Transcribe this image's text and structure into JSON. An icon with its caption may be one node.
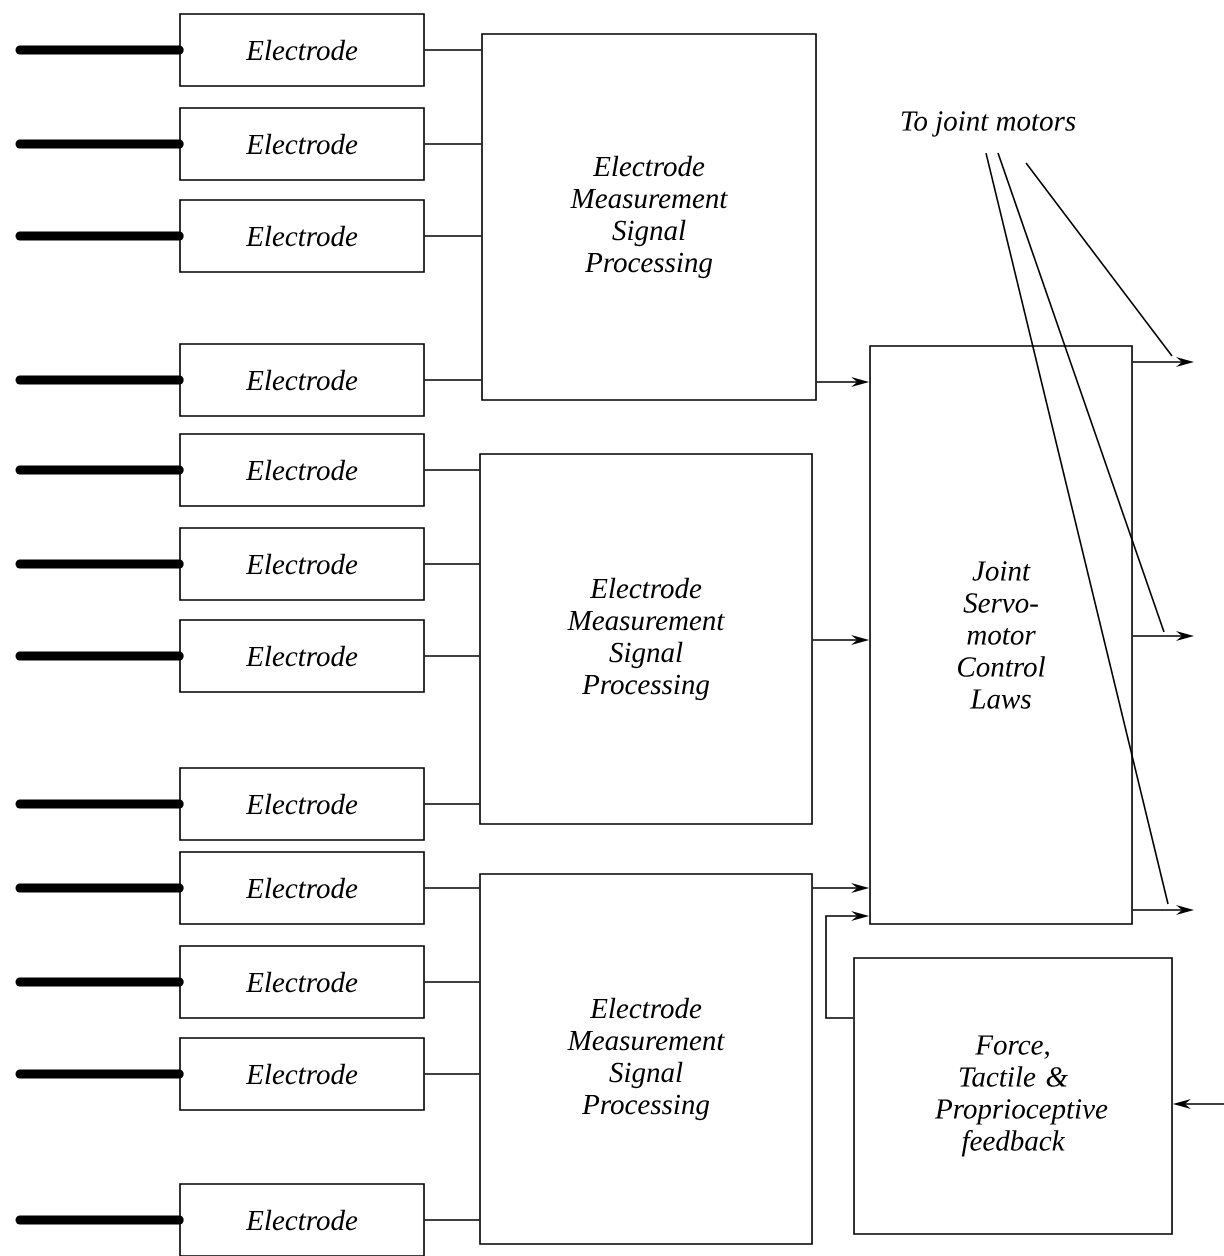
{
  "diagram": {
    "nodes": [
      {
        "text": [
          "Electrode"
        ]
      },
      {
        "text": [
          "Electrode"
        ]
      },
      {
        "text": [
          "Electrode"
        ]
      },
      {
        "text": [
          "Electrode"
        ]
      },
      {
        "text": [
          "Electrode Measurement Signal Processing"
        ]
      },
      {
        "text": [
          "Electrode"
        ]
      },
      {
        "text": [
          "Electrode"
        ]
      },
      {
        "text": [
          "Electrode"
        ]
      },
      {
        "text": [
          "Electrode"
        ]
      },
      {
        "text": [
          "Electrode Measurement Signal Processing"
        ]
      },
      {
        "text": [
          "Electrode"
        ]
      },
      {
        "text": [
          "Electrode"
        ]
      },
      {
        "text": [
          "Electrode"
        ]
      },
      {
        "text": [
          "Electrode"
        ]
      },
      {
        "text": [
          "Electrode Measurement Signal Processing"
        ]
      },
      {
        "text": [
          "To joint motors"
        ]
      },
      {
        "text": [
          "Joint Servo- motor Control Laws"
        ]
      },
      {
        "text": [
          "Force, Tactile & Proprioceptive feedback"
        ]
      }
    ],
    "edges": [
      {
        "from": null,
        "to": 0,
        "arrow": "none",
        "style": "thick"
      },
      {
        "from": null,
        "to": 1,
        "arrow": "none",
        "style": "thick"
      },
      {
        "from": null,
        "to": 2,
        "arrow": "none",
        "style": "thick"
      },
      {
        "from": null,
        "to": 3,
        "arrow": "none",
        "style": "thick"
      },
      {
        "from": null,
        "to": 5,
        "arrow": "none",
        "style": "thick"
      },
      {
        "from": null,
        "to": 6,
        "arrow": "none",
        "style": "thick"
      },
      {
        "from": null,
        "to": 7,
        "arrow": "none",
        "style": "thick"
      },
      {
        "from": null,
        "to": 8,
        "arrow": "none",
        "style": "thick"
      },
      {
        "from": null,
        "to": 10,
        "arrow": "none",
        "style": "thick"
      },
      {
        "from": null,
        "to": 11,
        "arrow": "none",
        "style": "thick"
      },
      {
        "from": null,
        "to": 12,
        "arrow": "none",
        "style": "thick"
      },
      {
        "from": null,
        "to": 13,
        "arrow": "none",
        "style": "thick"
      },
      {
        "from": 0,
        "to": 4,
        "arrow": "none"
      },
      {
        "from": 1,
        "to": 4,
        "arrow": "none"
      },
      {
        "from": 2,
        "to": 4,
        "arrow": "none"
      },
      {
        "from": 3,
        "to": 4,
        "arrow": "none"
      },
      {
        "from": 5,
        "to": 9,
        "arrow": "none"
      },
      {
        "from": 6,
        "to": 9,
        "arrow": "none"
      },
      {
        "from": 7,
        "to": 9,
        "arrow": "none"
      },
      {
        "from": 8,
        "to": 9,
        "arrow": "none"
      },
      {
        "from": 10,
        "to": 14,
        "arrow": "none"
      },
      {
        "from": 11,
        "to": 14,
        "arrow": "none"
      },
      {
        "from": 12,
        "to": 14,
        "arrow": "none"
      },
      {
        "from": 13,
        "to": 14,
        "arrow": "none"
      },
      {
        "from": 4,
        "to": 16,
        "arrow": "to"
      },
      {
        "from": 9,
        "to": 16,
        "arrow": "to"
      },
      {
        "from": 14,
        "to": 16,
        "arrow": "to"
      },
      {
        "from": 17,
        "to": 16,
        "arrow": "to"
      },
      {
        "from": 16,
        "to": null,
        "arrow": "to"
      },
      {
        "from": 16,
        "to": null,
        "arrow": "to"
      },
      {
        "from": 16,
        "to": null,
        "arrow": "to"
      },
      {
        "from": null,
        "to": 17,
        "arrow": "to"
      },
      {
        "from": 15,
        "to": null,
        "arrow": "none"
      },
      {
        "from": 15,
        "to": null,
        "arrow": "none"
      },
      {
        "from": 15,
        "to": null,
        "arrow": "none"
      }
    ]
  }
}
